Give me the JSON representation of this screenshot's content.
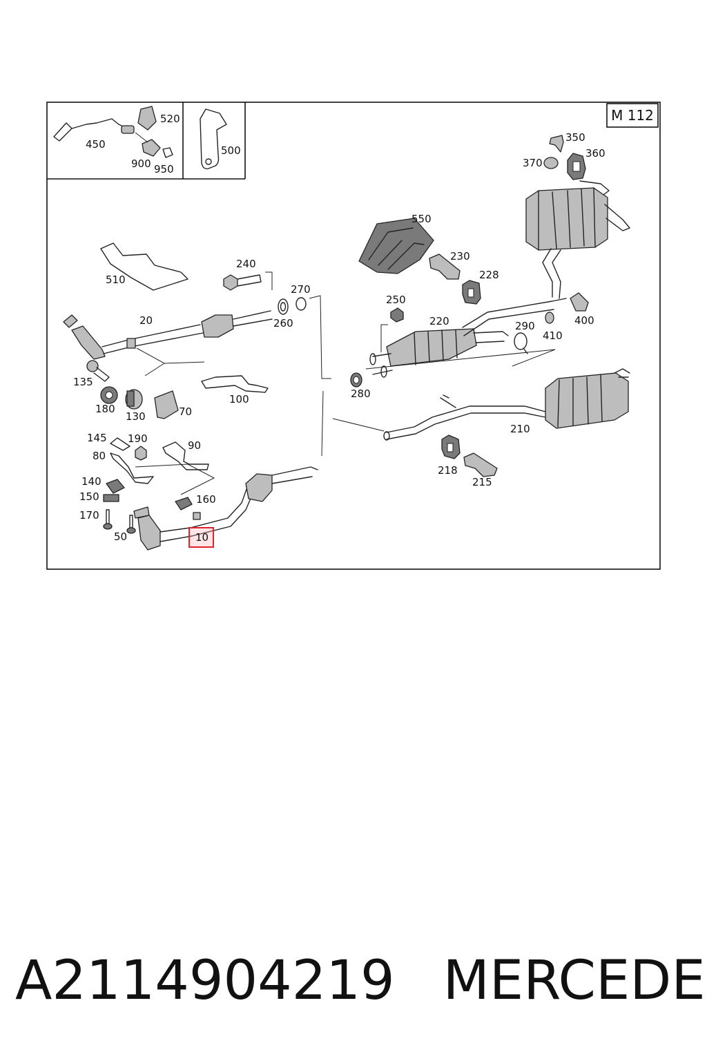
{
  "model_tag": "M 112",
  "highlighted_part": "10",
  "caption": {
    "part_number": "A2114904219",
    "brand": "MERCEDES"
  },
  "callouts": {
    "c450": "450",
    "c520": "520",
    "c900": "900",
    "c950": "950",
    "c500": "500",
    "c350": "350",
    "c360": "360",
    "c370": "370",
    "c550": "550",
    "c230": "230",
    "c228": "228",
    "c510": "510",
    "c240": "240",
    "c270": "270",
    "c260": "260",
    "c20": "20",
    "c250": "250",
    "c220": "220",
    "c290": "290",
    "c410": "410",
    "c400": "400",
    "c135": "135",
    "c180": "180",
    "c130": "130",
    "c70": "70",
    "c100": "100",
    "c280": "280",
    "c145": "145",
    "c190": "190",
    "c80": "80",
    "c90": "90",
    "c140": "140",
    "c150": "150",
    "c160": "160",
    "c170": "170",
    "c50": "50",
    "c210": "210",
    "c218": "218",
    "c215": "215"
  }
}
